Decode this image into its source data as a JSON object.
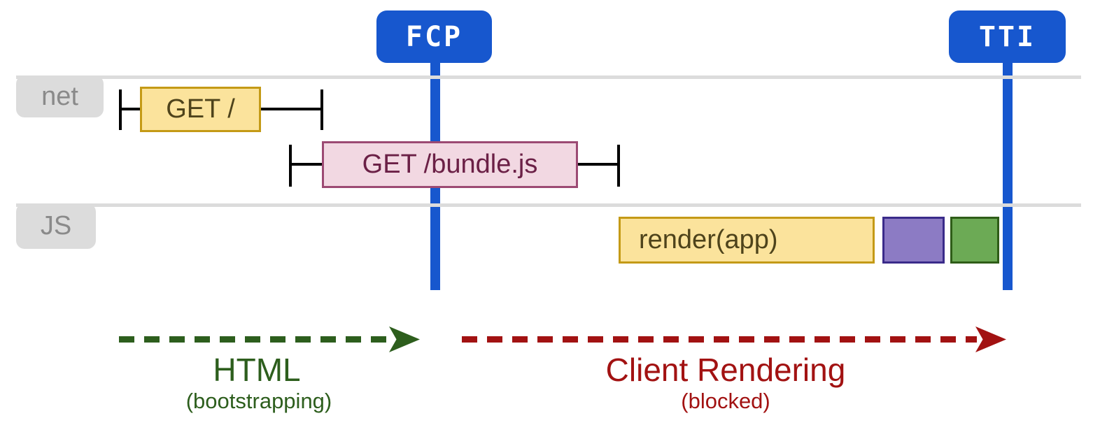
{
  "markers": {
    "fcp": {
      "label": "FCP"
    },
    "tti": {
      "label": "TTI"
    }
  },
  "lanes": {
    "net": {
      "label": "net"
    },
    "js": {
      "label": "JS"
    }
  },
  "requests": {
    "get_root": {
      "label": "GET /"
    },
    "get_bundle": {
      "label": "GET /bundle.js"
    }
  },
  "tasks": {
    "render_app": {
      "label": "render(app)"
    }
  },
  "phases": {
    "html": {
      "label": "HTML",
      "sublabel": "(bootstrapping)"
    },
    "client_rendering": {
      "label": "Client Rendering",
      "sublabel": "(blocked)"
    }
  },
  "colors": {
    "marker_blue": "#1757CE",
    "lane_gray": "#DCDCDC",
    "lane_label_text": "#8A8A8A",
    "task_yellow_fill": "#FBE39C",
    "task_yellow_border": "#C49A16",
    "task_yellow_text": "#4E431B",
    "request_pink_fill": "#F2D8E2",
    "request_pink_border": "#9C4A73",
    "request_pink_text": "#6B2046",
    "task_purple_fill": "#8C7BC4",
    "task_purple_border": "#3A2B8A",
    "task_green_fill": "#6CAA55",
    "task_green_border": "#2F5D18",
    "phase_html_green": "#2D5E1D",
    "phase_client_red": "#A21212",
    "tick_black": "#000000"
  }
}
